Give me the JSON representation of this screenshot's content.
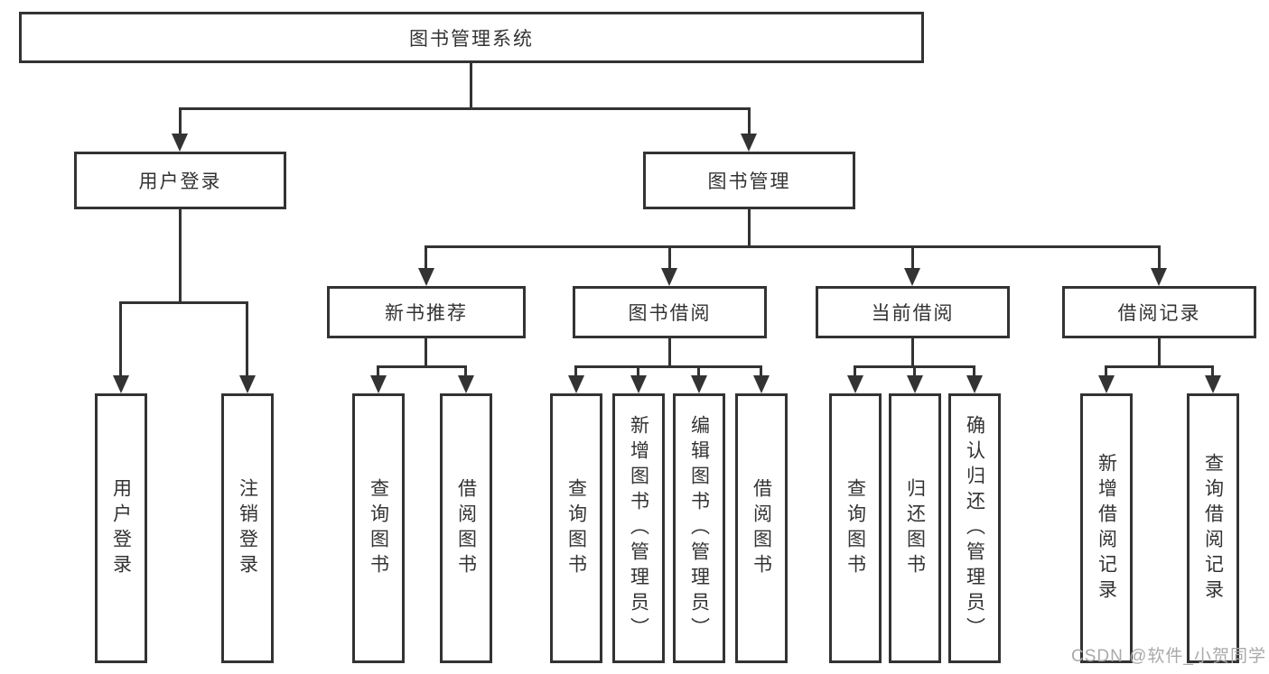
{
  "colors": {
    "line": "#333333",
    "text": "#333333",
    "bg": "#ffffff",
    "watermark": "#a9a9a9"
  },
  "watermark": "CSDN @软件_小贺同学",
  "tree": {
    "root": "图书管理系统",
    "children": [
      {
        "label": "用户登录",
        "children": [
          "用户登录",
          "注销登录"
        ]
      },
      {
        "label": "图书管理",
        "children": [
          {
            "label": "新书推荐",
            "children": [
              "查询图书",
              "借阅图书"
            ]
          },
          {
            "label": "图书借阅",
            "children": [
              "查询图书",
              "新增图书（管理员）",
              "编辑图书（管理员）",
              "借阅图书"
            ]
          },
          {
            "label": "当前借阅",
            "children": [
              "查询图书",
              "归还图书",
              "确认归还（管理员）"
            ]
          },
          {
            "label": "借阅记录",
            "children": [
              "新增借阅记录",
              "查询借阅记录"
            ]
          }
        ]
      }
    ]
  }
}
